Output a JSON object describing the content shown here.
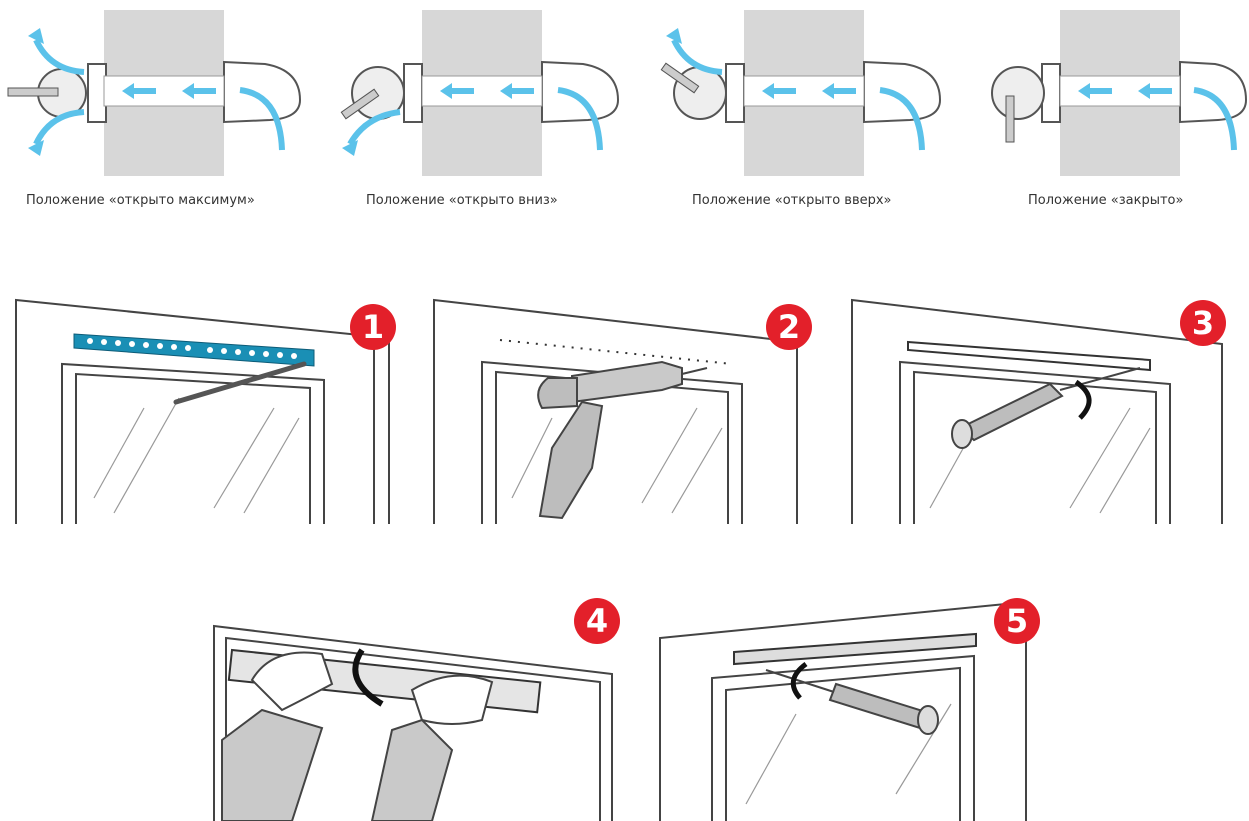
{
  "positions": [
    {
      "caption": "Положение «открыто максимум»"
    },
    {
      "caption": "Положение «открыто вниз»"
    },
    {
      "caption": "Положение «открыто вверх»"
    },
    {
      "caption": "Положение «закрыто»"
    }
  ],
  "steps": [
    {
      "number": "1",
      "tool": "template-strip"
    },
    {
      "number": "2",
      "tool": "drill"
    },
    {
      "number": "3",
      "tool": "screwdriver"
    },
    {
      "number": "4",
      "tool": "hands"
    },
    {
      "number": "5",
      "tool": "screwdriver"
    }
  ],
  "colors": {
    "airflow": "#5bc2ea",
    "badge": "#e3202a",
    "wall": "#d7d7d7",
    "strip": "#1a8fb5"
  }
}
